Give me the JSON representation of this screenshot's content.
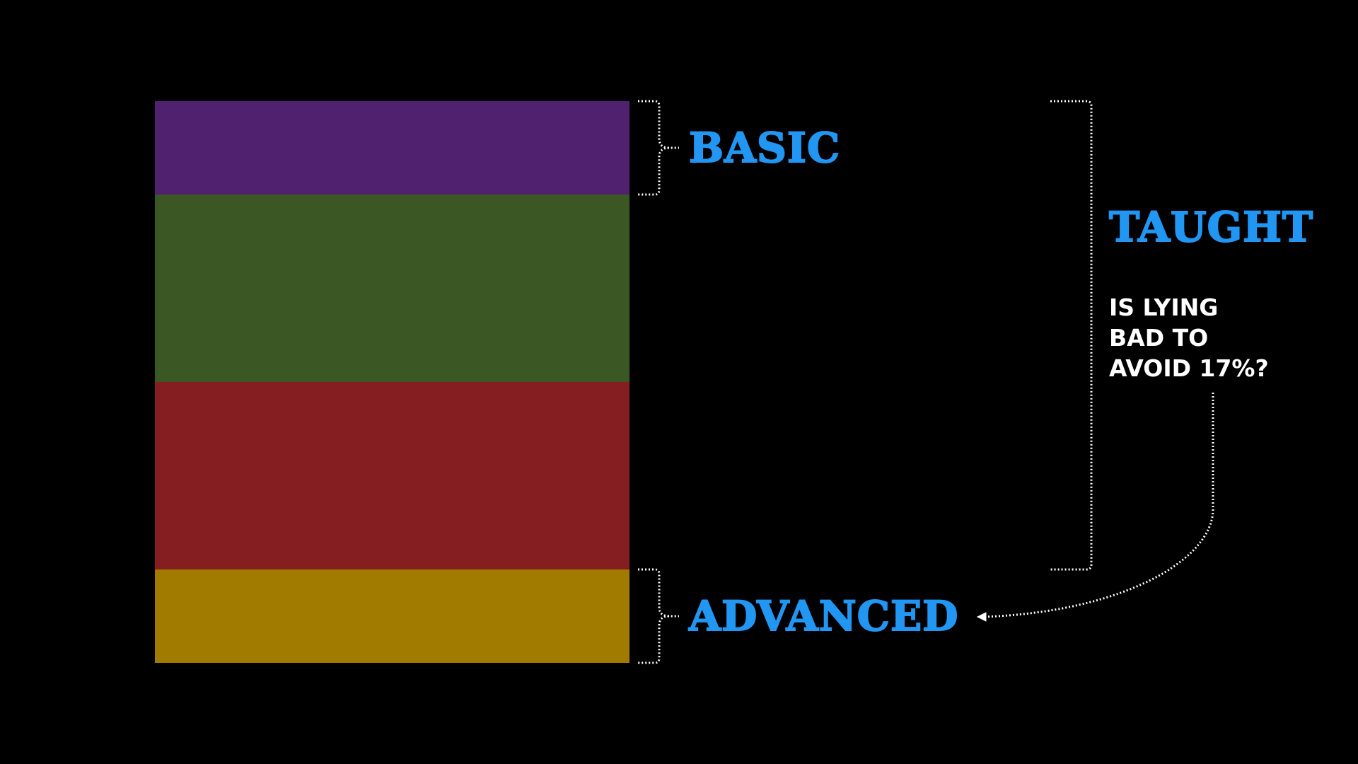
{
  "colors": {
    "background": "#000000",
    "accent": "#2196f3",
    "note": "#ffffff",
    "bracket": "#ffffff"
  },
  "bands": [
    {
      "name": "basic",
      "color": "#4f216f"
    },
    {
      "name": "green",
      "color": "#3b5824"
    },
    {
      "name": "red",
      "color": "#841e20"
    },
    {
      "name": "advanced",
      "color": "#a07b00"
    }
  ],
  "labels": {
    "basic": "BASIC",
    "advanced": "ADVANCED",
    "taught": "TAUGHT"
  },
  "note": {
    "lines": [
      "IS LYING",
      "BAD TO",
      "AVOID 17%?"
    ]
  }
}
